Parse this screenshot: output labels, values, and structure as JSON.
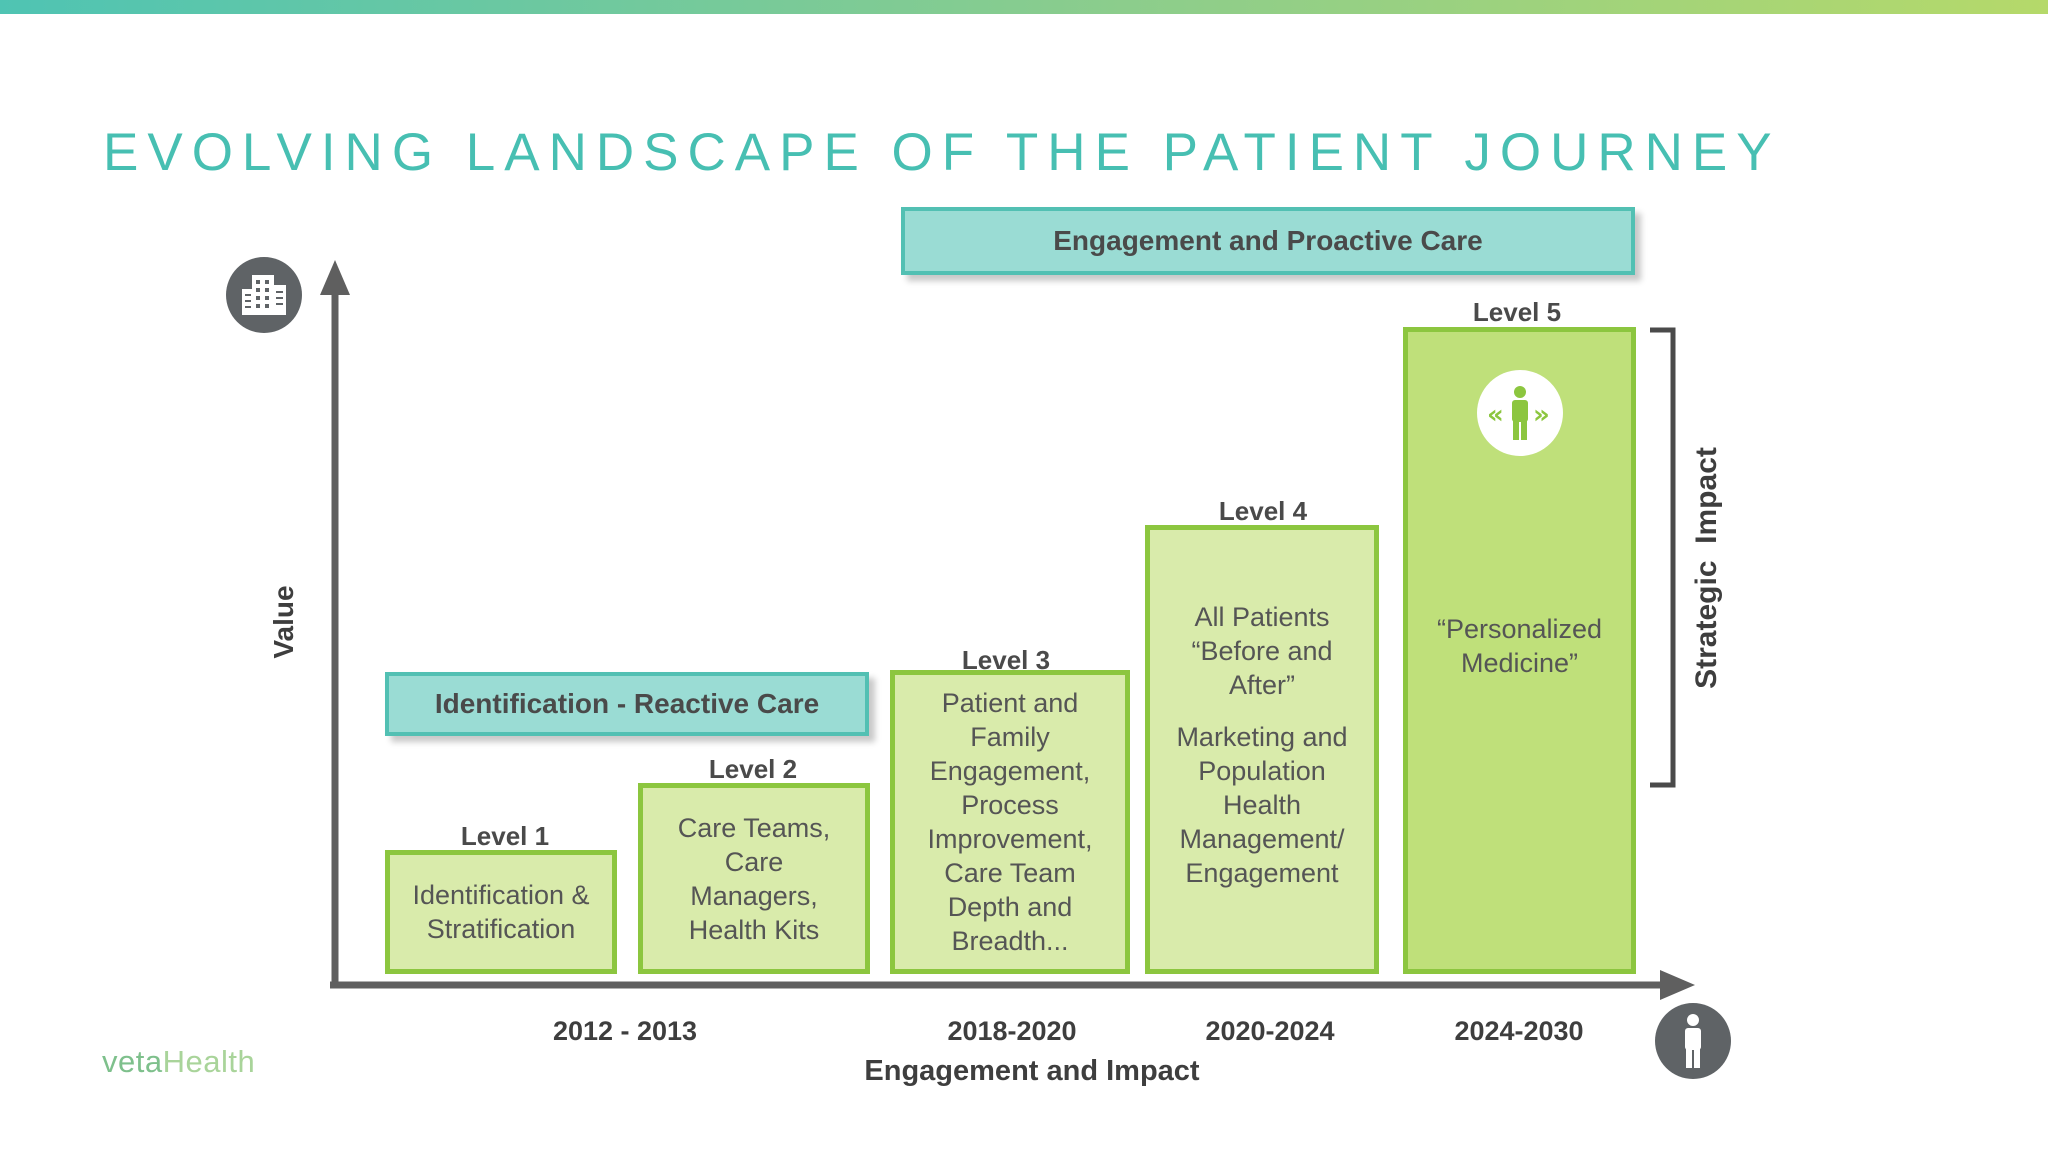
{
  "title": "EVOLVING LANDSCAPE OF THE PATIENT JOURNEY",
  "banners": {
    "proactive": "Engagement and Proactive Care",
    "reactive": "Identification - Reactive Care"
  },
  "axes": {
    "y_label": "Value",
    "x_label": "Engagement and Impact",
    "bracket_label": "Strategic  Impact"
  },
  "levels": [
    {
      "label": "Level 1",
      "lines": [
        "Identification &",
        "Stratification"
      ]
    },
    {
      "label": "Level 2",
      "lines": [
        "Care Teams,",
        "Care",
        "Managers,",
        "Health Kits"
      ]
    },
    {
      "label": "Level 3",
      "lines": [
        "Patient and",
        "Family",
        "Engagement,",
        "Process",
        "Improvement,",
        "Care Team",
        "Depth and",
        "Breadth..."
      ]
    },
    {
      "label": "Level 4",
      "lines_top": [
        "All Patients",
        "“Before and",
        "After”"
      ],
      "lines_bottom": [
        "Marketing and",
        "Population",
        "Health",
        "Management/",
        "Engagement"
      ]
    },
    {
      "label": "Level 5",
      "lines": [
        "“Personalized",
        "Medicine”"
      ]
    }
  ],
  "years": [
    "2012 - 2013",
    "2018-2020",
    "2020-2024",
    "2024-2030"
  ],
  "brand": {
    "prefix": "veta",
    "suffix": "Health"
  },
  "icons": [
    "building-icon",
    "person-icon",
    "personalized-person-icon"
  ],
  "colors": {
    "title": "#47bfb2",
    "banner_fill": "#9adcd4",
    "box_border": "#8cc63f",
    "box_fill_light": "#d9ebab",
    "box_fill_mid": "#bfe07a",
    "axis": "#5f5f5f"
  }
}
